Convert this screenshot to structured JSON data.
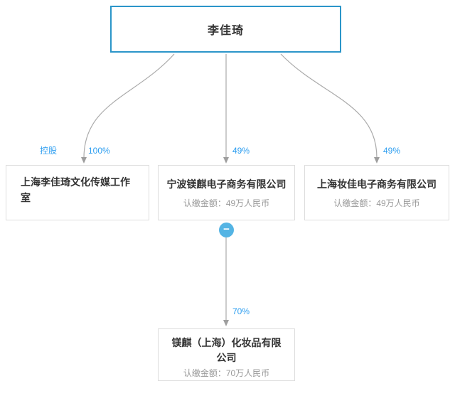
{
  "diagram": {
    "title": "equity-structure",
    "root": {
      "name": "李佳琦"
    },
    "edges": [
      {
        "id": "left",
        "percent": "100%",
        "tag": "控股"
      },
      {
        "id": "middle",
        "percent": "49%"
      },
      {
        "id": "right",
        "percent": "49%"
      },
      {
        "id": "sub",
        "percent": "70%"
      }
    ],
    "companies": [
      {
        "id": "left",
        "name": "上海李佳琦文化传媒工作室"
      },
      {
        "id": "middle",
        "name": "宁波镁麒电子商务有限公司",
        "amount": "认缴金额：49万人民币"
      },
      {
        "id": "right",
        "name": "上海妆佳电子商务有限公司",
        "amount": "认缴金额：49万人民币"
      },
      {
        "id": "bottom",
        "name": "镁麒（上海）化妆品有限公司",
        "amount": "认缴金额：70万人民币"
      }
    ],
    "icons": {
      "collapse": "−"
    },
    "colors": {
      "root_border": "#2b95c9",
      "percent_text": "#2b9df0",
      "collapse_bg": "#54b4e4",
      "box_border": "#dddddd",
      "connector_line": "#aaaaaa",
      "name_text": "#333333",
      "amount_text": "#999999",
      "background": "#ffffff"
    }
  }
}
